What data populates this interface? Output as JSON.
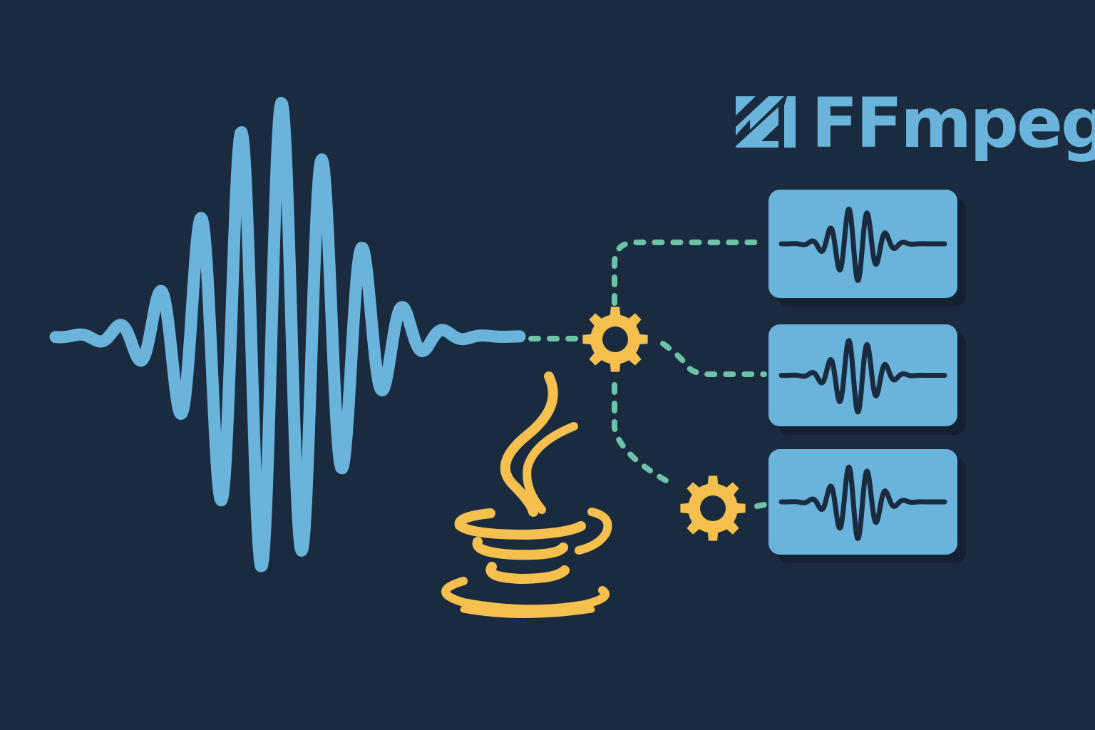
{
  "logo": {
    "text": "FFmpeg",
    "icon": "ffmpeg-logo-icon"
  },
  "colors": {
    "background": "#1a2b40",
    "wave_blue": "#6ab4dc",
    "gear_yellow": "#f5c04e",
    "connector_teal": "#6cc3a8",
    "dark": "#1a2b40"
  },
  "icons": [
    "audio-waveform-icon",
    "gear-icon",
    "java-cup-icon",
    "audio-segment-icon"
  ],
  "segments": [
    {
      "id": 1
    },
    {
      "id": 2
    },
    {
      "id": 3
    }
  ]
}
